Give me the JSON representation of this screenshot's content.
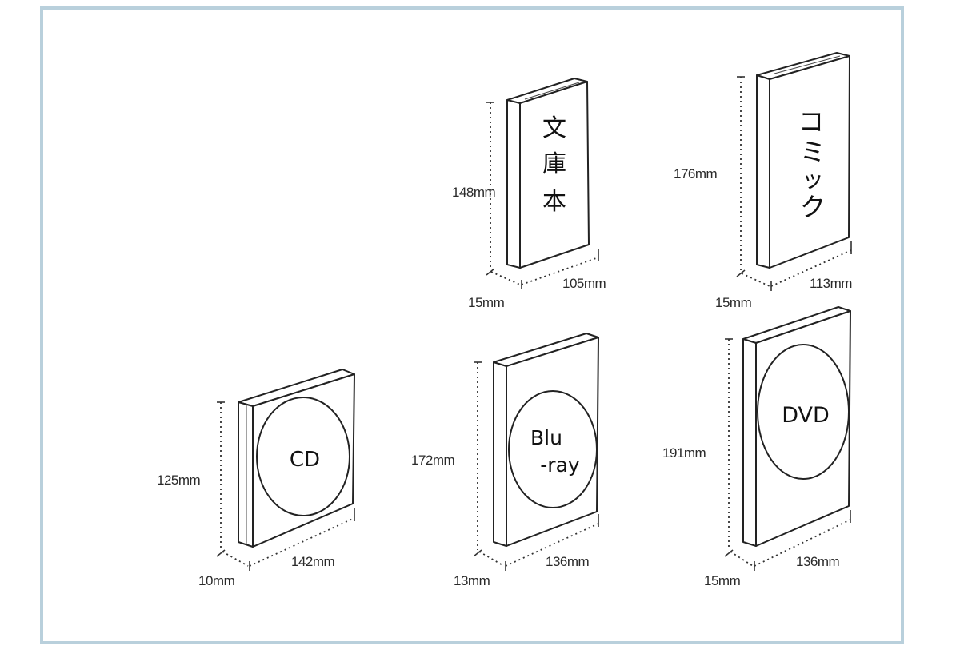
{
  "media": [
    {
      "id": "bunkobon",
      "label": "文庫本",
      "height": "148mm",
      "depth": "15mm",
      "width": "105mm"
    },
    {
      "id": "comic",
      "label": "コミック",
      "height": "176mm",
      "depth": "15mm",
      "width": "113mm"
    },
    {
      "id": "cd",
      "label": "CD",
      "height": "125mm",
      "depth": "10mm",
      "width": "142mm"
    },
    {
      "id": "bluray",
      "label_line1": "Blu",
      "label_line2": "-ray",
      "height": "172mm",
      "depth": "13mm",
      "width": "136mm"
    },
    {
      "id": "dvd",
      "label": "DVD",
      "height": "191mm",
      "depth": "15mm",
      "width": "136mm"
    }
  ],
  "colors": {
    "frame_border": "#b9d0dc",
    "line": "#222222",
    "background": "#ffffff"
  }
}
